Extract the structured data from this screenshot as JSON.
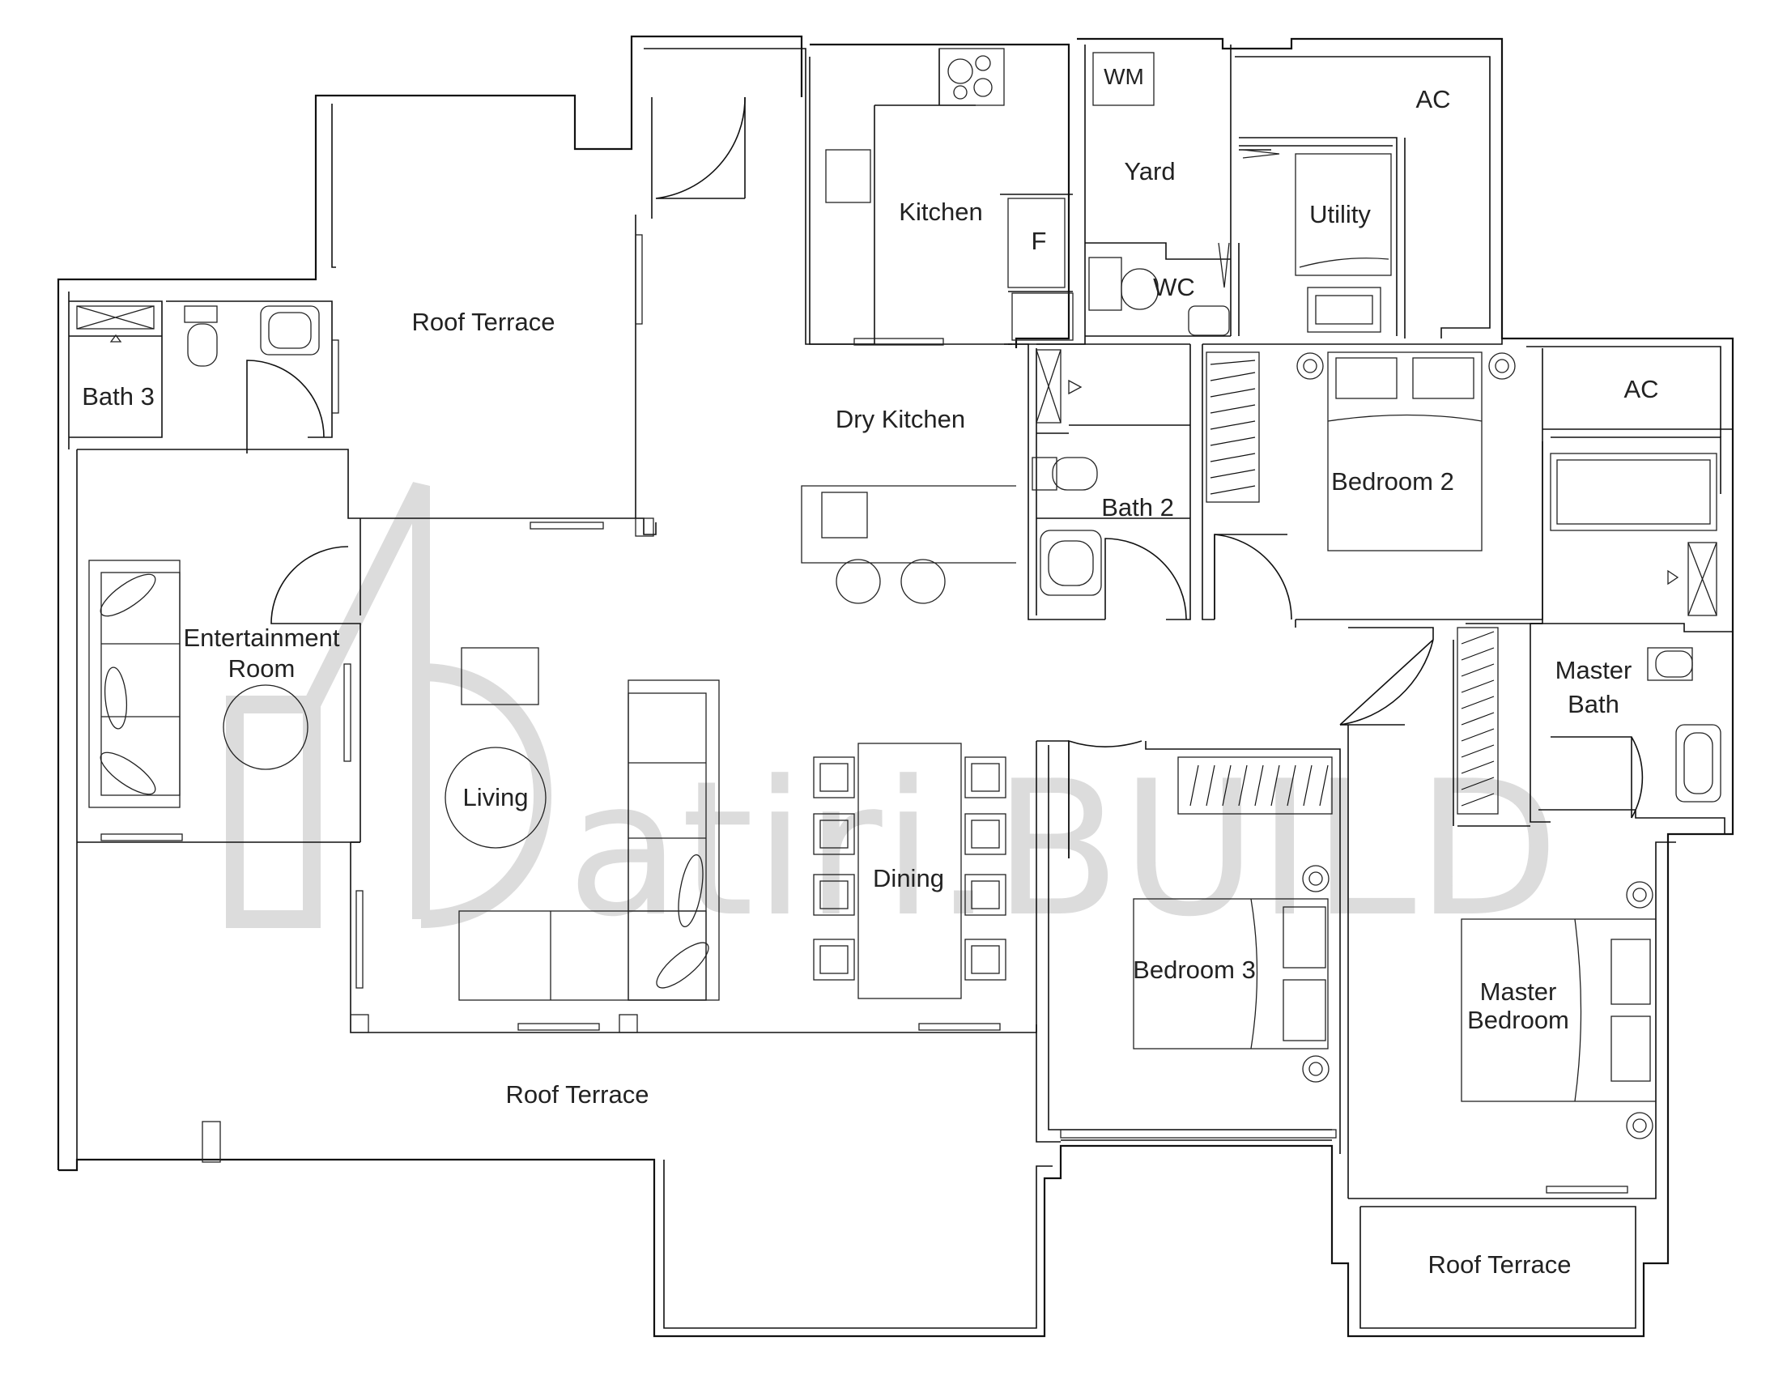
{
  "watermark": {
    "text": "atiri.BUILD"
  },
  "rooms": {
    "roof_terrace_top": "Roof Terrace",
    "kitchen": "Kitchen",
    "fridge": "F",
    "washing_machine": "WM",
    "yard": "Yard",
    "wc": "WC",
    "ac_top": "AC",
    "utility": "Utility",
    "bath3": "Bath 3",
    "dry_kitchen": "Dry Kitchen",
    "bath2": "Bath 2",
    "bedroom2": "Bedroom 2",
    "ac_right": "AC",
    "entertainment_1": "Entertainment",
    "entertainment_2": "Room",
    "living": "Living",
    "dining": "Dining",
    "master_bath_1": "Master",
    "master_bath_2": "Bath",
    "bedroom3": "Bedroom 3",
    "master_bedroom_1": "Master",
    "master_bedroom_2": "Bedroom",
    "roof_terrace_bottom": "Roof Terrace",
    "roof_terrace_right": "Roof Terrace"
  }
}
